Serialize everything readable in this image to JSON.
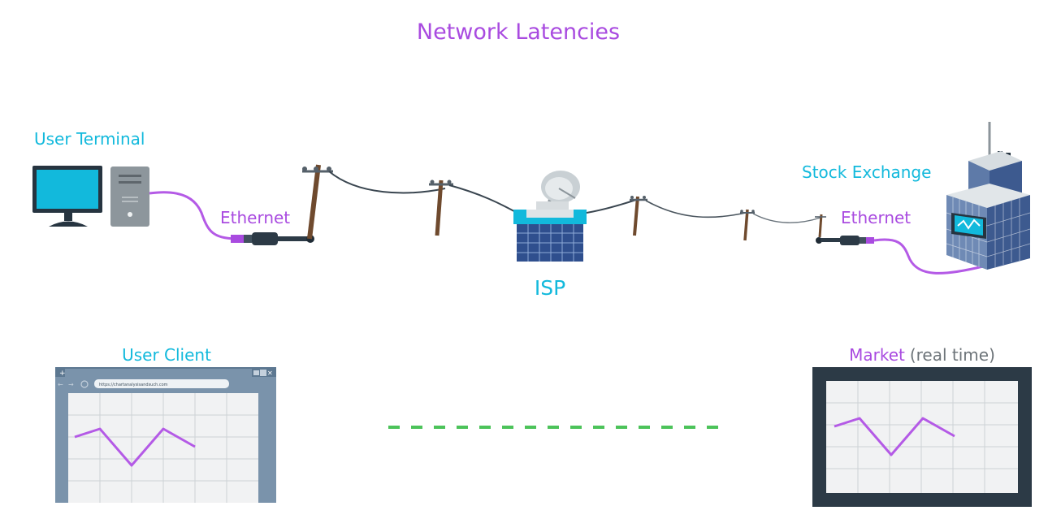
{
  "title": "Network Latencies",
  "labels": {
    "user_terminal": "User Terminal",
    "ethernet_left": "Ethernet",
    "isp": "ISP",
    "stock_exchange": "Stock Exchange",
    "ethernet_right": "Ethernet",
    "user_client": "User Client",
    "market": "Market",
    "market_suffix": "(real time)"
  },
  "browser": {
    "url": "https://chartanalysisandsuch.com"
  },
  "colors": {
    "title": "#a94be0",
    "label_cyan": "#12b9dc",
    "cable_purple": "#b45ae6",
    "connection_dashes": "#4cc35a"
  }
}
